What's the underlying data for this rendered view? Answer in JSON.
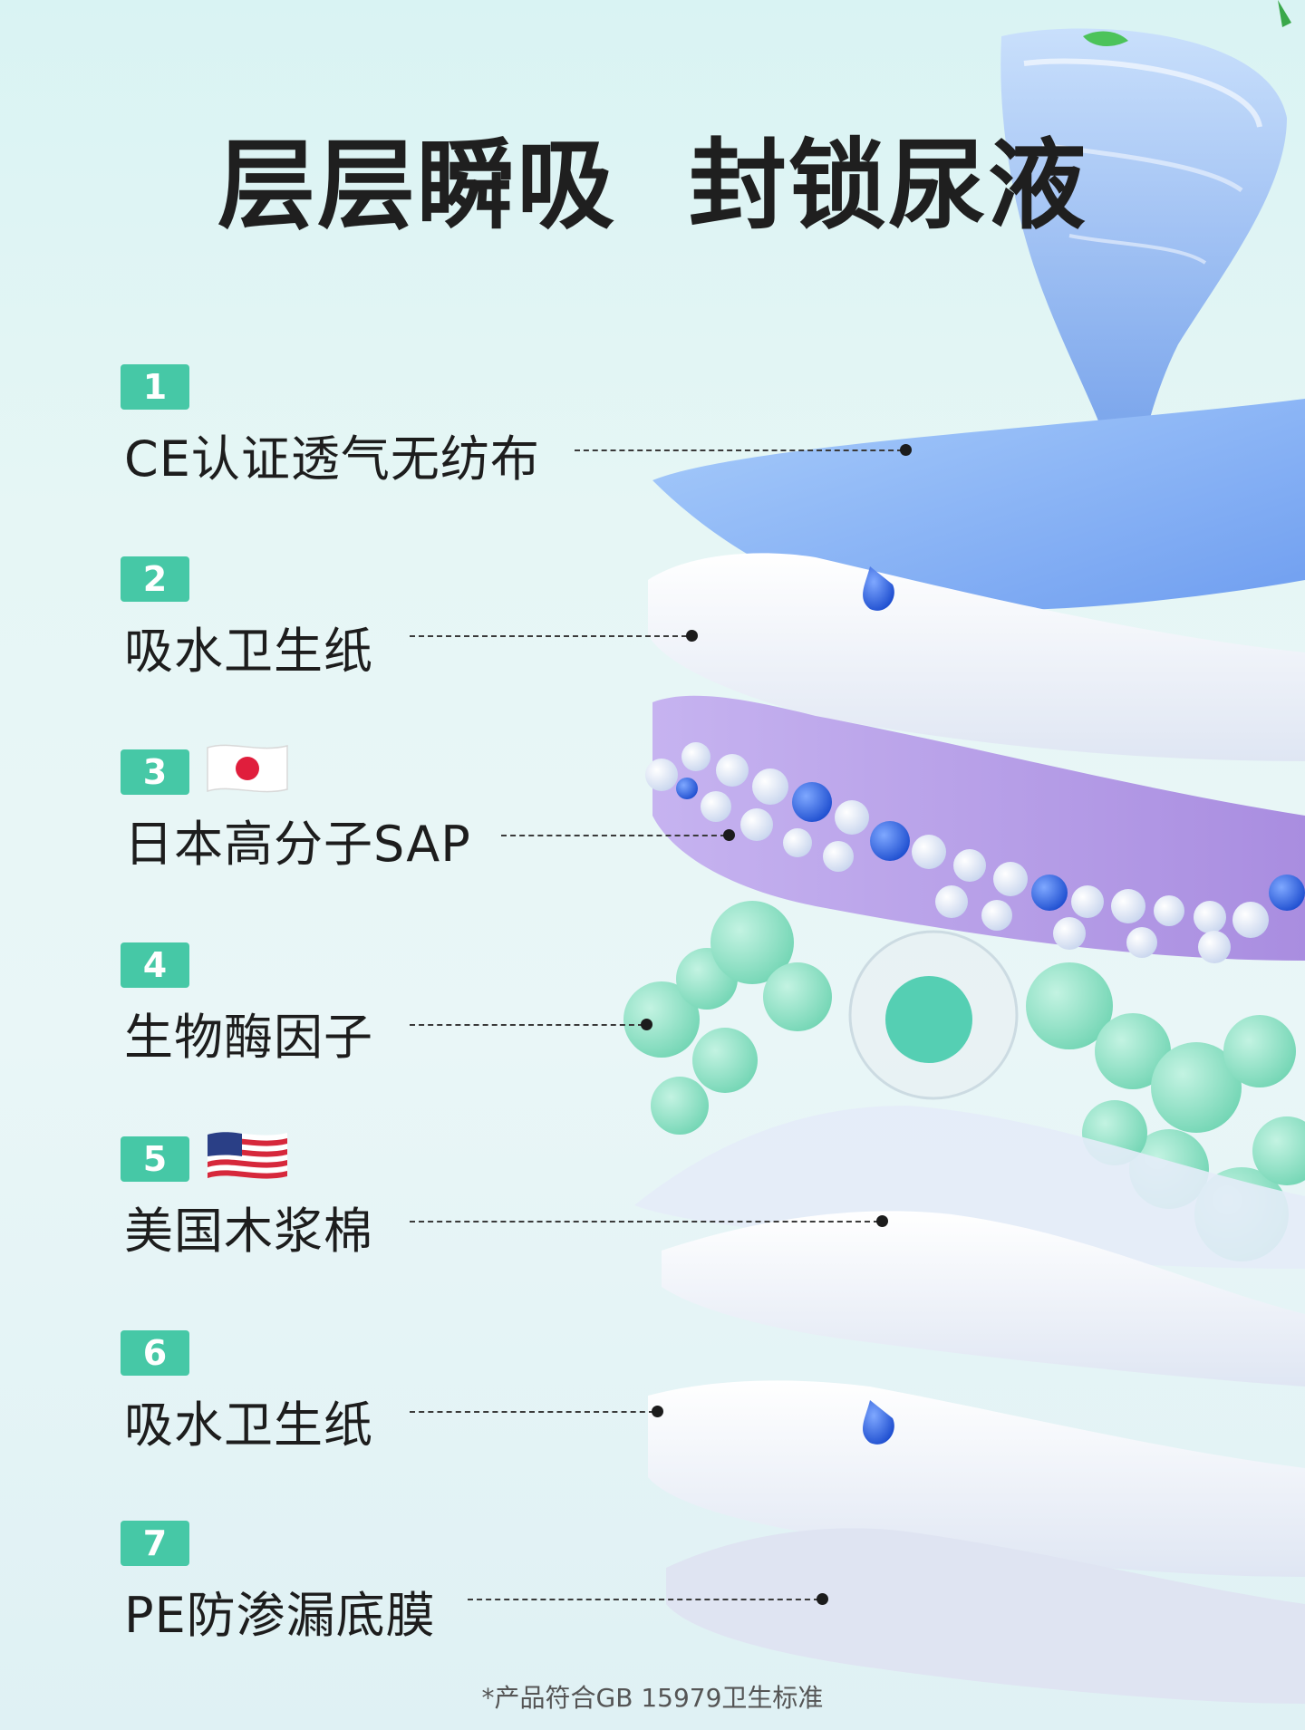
{
  "headline": {
    "part1": "层层瞬吸",
    "part2": "封锁尿液"
  },
  "layers": [
    {
      "number": "1",
      "label": "CE认证透气无纺布"
    },
    {
      "number": "2",
      "label": "吸水卫生纸"
    },
    {
      "number": "3",
      "label": "日本高分子SAP",
      "flag": "japan-flag-icon"
    },
    {
      "number": "4",
      "label": "生物酶因子"
    },
    {
      "number": "5",
      "label": "美国木浆棉",
      "flag": "usa-flag-icon"
    },
    {
      "number": "6",
      "label": "吸水卫生纸"
    },
    {
      "number": "7",
      "label": "PE防渗漏底膜"
    }
  ],
  "footnote": "*产品符合GB 15979卫生标准",
  "colors": {
    "badge": "#46c8a6",
    "top_sheet": "#8fb8f3",
    "sap_sheet": "#b9a0e8",
    "enzyme": "#8fe0c6"
  }
}
